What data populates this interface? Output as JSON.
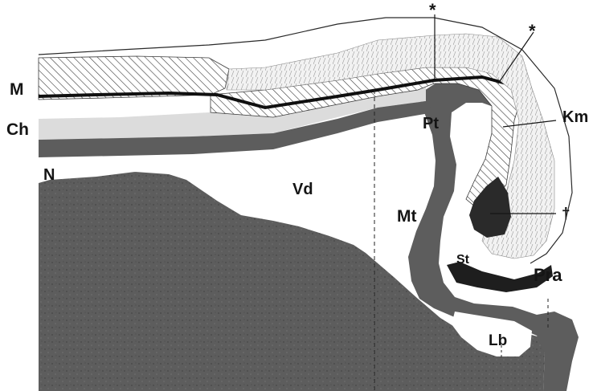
{
  "figure": {
    "labels": {
      "m": "M",
      "ch": "Ch",
      "n": "N",
      "vd": "Vd",
      "pt": "Pt",
      "mt": "Mt",
      "st": "St",
      "km": "Km",
      "pra": "Pra",
      "lb": "Lb",
      "dagger": "†",
      "asterisk_1": "*",
      "asterisk_2": "*"
    },
    "colors": {
      "dark_tissue": "#5d5d5d",
      "light_band": "#dcdcdc",
      "hatch_line": "#3a3a3a",
      "ink": "#151515",
      "paper": "#ffffff"
    }
  }
}
